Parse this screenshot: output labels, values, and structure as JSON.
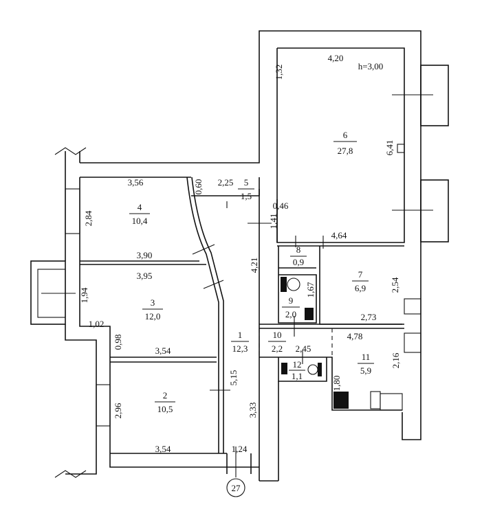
{
  "plan": {
    "ceiling_height": "h=3,00",
    "building_marker": "27",
    "rooms": [
      {
        "number": "1",
        "area": "12,3"
      },
      {
        "number": "2",
        "area": "10,5"
      },
      {
        "number": "3",
        "area": "12,0"
      },
      {
        "number": "4",
        "area": "10,4"
      },
      {
        "number": "5",
        "area": "1,5"
      },
      {
        "number": "6",
        "area": "27,8"
      },
      {
        "number": "7",
        "area": "6,9"
      },
      {
        "number": "8",
        "area": "0,9"
      },
      {
        "number": "9",
        "area": "2,0"
      },
      {
        "number": "10",
        "area": "2,2"
      },
      {
        "number": "11",
        "area": "5,9"
      },
      {
        "number": "12",
        "area": "1,1"
      }
    ],
    "dimensions": [
      "4,20",
      "1,32",
      "6,41",
      "3,56",
      "0,60",
      "2,25",
      "0,46",
      "1,41",
      "2,84",
      "4,64",
      "4,21",
      "3,90",
      "3,95",
      "1,67",
      "2,54",
      "1,94",
      "2,73",
      "1,02",
      "0,98",
      "4,78",
      "2,45",
      "3,54",
      "2,16",
      "5,15",
      "1,80",
      "2,96",
      "3,33",
      "3,54",
      "1,24"
    ]
  }
}
